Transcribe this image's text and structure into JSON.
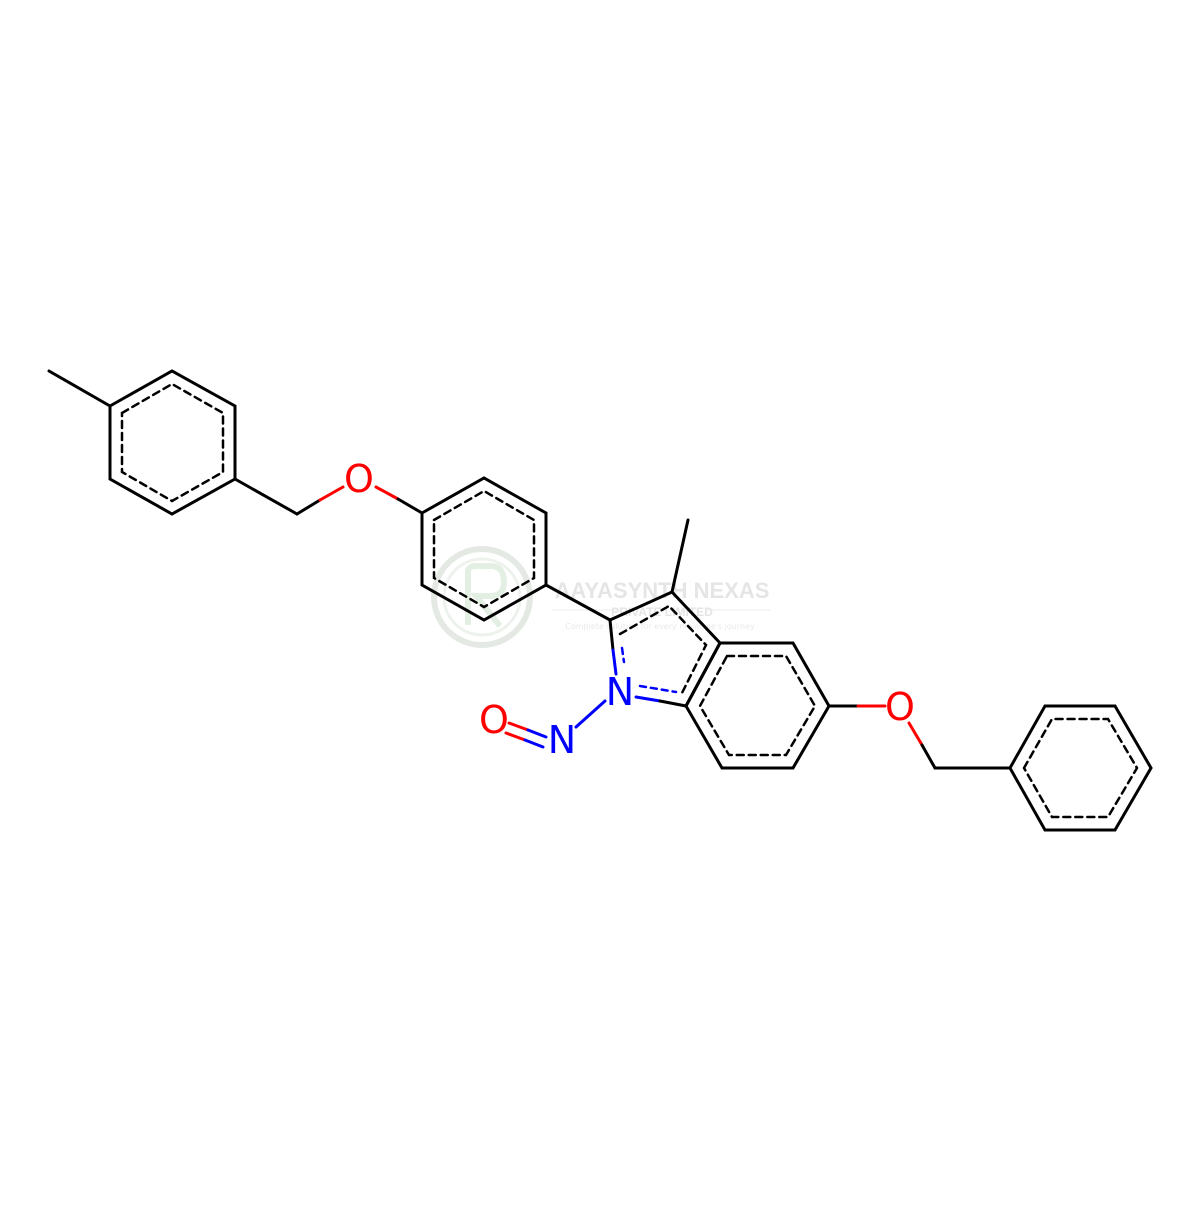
{
  "atoms": {
    "o_ether_left": "O",
    "o_ether_right": "O",
    "n_indole": "N",
    "n_nitroso": "N",
    "o_nitroso": "O"
  },
  "colors": {
    "bond": "#000000",
    "oxygen": "#ff0000",
    "nitrogen": "#0000ff",
    "watermark": "#c8c8c8"
  },
  "watermark": {
    "company": "AAYASYNTH NEXAS",
    "subtitle": "PRIVATE LIMITED",
    "tagline": "Complete solution for every molecule's journey"
  }
}
